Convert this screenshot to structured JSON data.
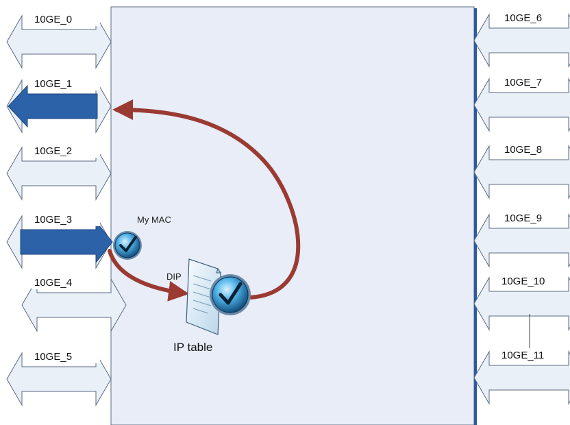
{
  "diagram": {
    "ports_left": [
      {
        "label": "10GE_0",
        "highlighted": false
      },
      {
        "label": "10GE_1",
        "highlighted": true
      },
      {
        "label": "10GE_2",
        "highlighted": false
      },
      {
        "label": "10GE_3",
        "highlighted": true
      },
      {
        "label": "10GE_4",
        "highlighted": false
      },
      {
        "label": "10GE_5",
        "highlighted": false
      }
    ],
    "ports_right": [
      {
        "label": "10GE_6"
      },
      {
        "label": "10GE_7"
      },
      {
        "label": "10GE_8"
      },
      {
        "label": "10GE_9"
      },
      {
        "label": "10GE_10"
      },
      {
        "label": "10GE_11"
      }
    ],
    "my_mac_label": "My MAC",
    "dip_label": "DIP",
    "ip_table_label": "IP table",
    "colors": {
      "panel_fill": "#e8edf7",
      "port_fill": "#eaf0f8",
      "port_stroke": "#5a6a80",
      "port_active": "#2b62a8",
      "flow_path": "#9b3a32",
      "panel_right_edge": "#2b5aa0"
    },
    "icons": [
      "checkmark-badge-icon",
      "document-icon"
    ]
  }
}
